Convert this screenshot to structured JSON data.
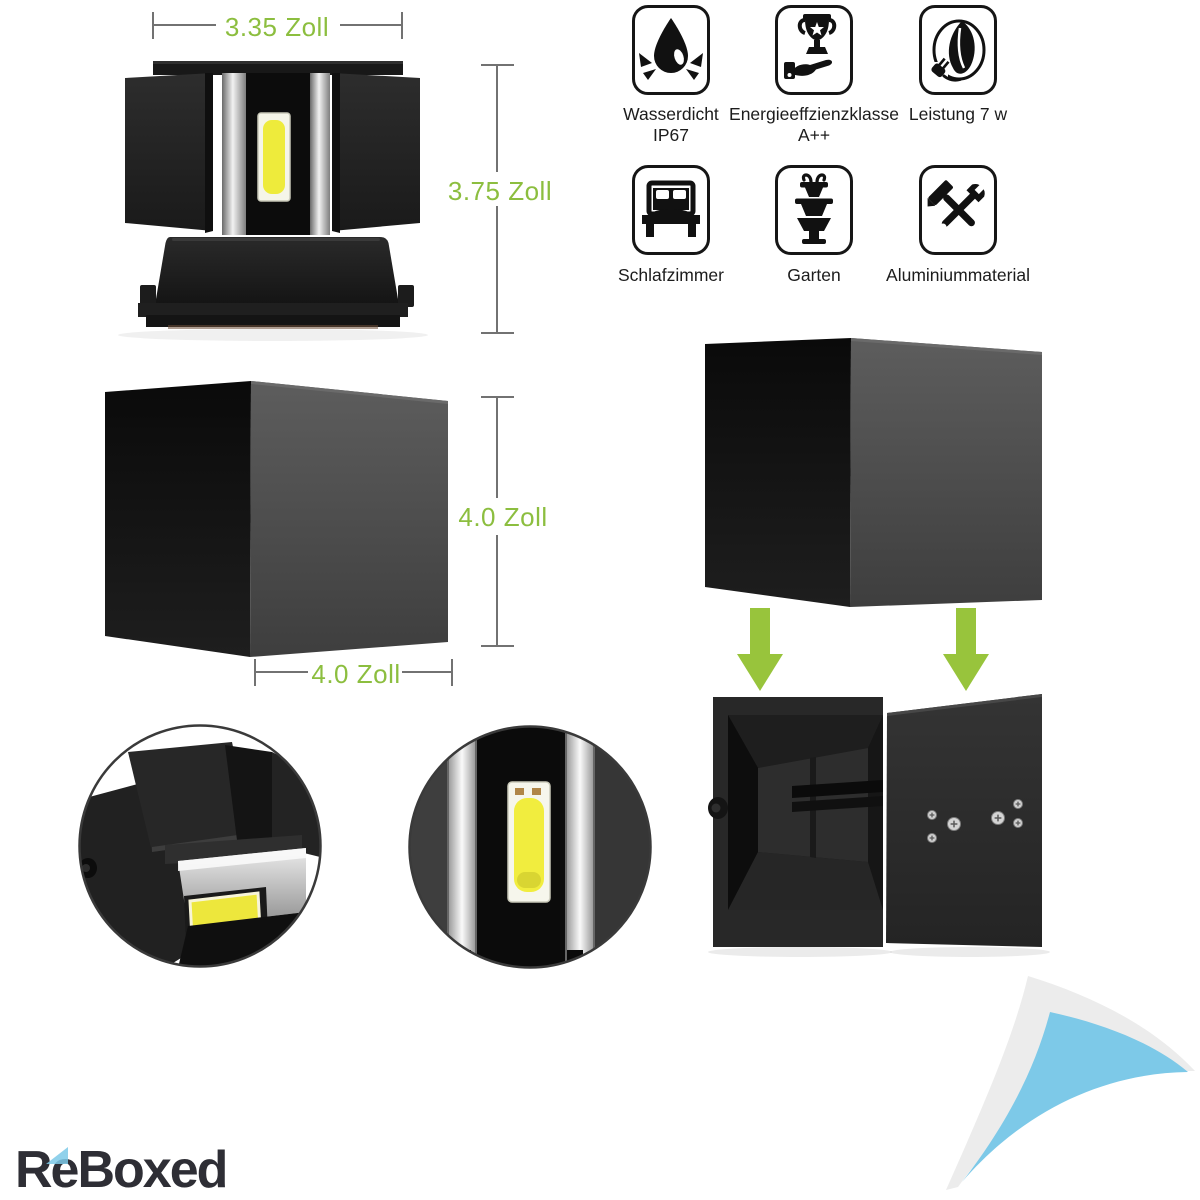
{
  "page": {
    "background": "#ffffff"
  },
  "brand": {
    "logo_text": "ReBoxed"
  },
  "product_views": {
    "front_view": {
      "width_label": "3.35 Zoll",
      "height_label": "3.75 Zoll"
    },
    "cube_view": {
      "height_label": "4.0 Zoll",
      "width_label": "4.0 Zoll"
    }
  },
  "features": {
    "items": [
      {
        "icon": "waterproof-drop-icon",
        "label": "Wasserdicht\nIP67"
      },
      {
        "icon": "energy-class-trophy-icon",
        "label": "Energieeffzienzklasse\nA++"
      },
      {
        "icon": "eco-leaf-plug-icon",
        "label": "Leistung 7 w"
      },
      {
        "icon": "bedroom-bed-icon",
        "label": "Schlafzimmer"
      },
      {
        "icon": "garden-fountain-icon",
        "label": "Garten"
      },
      {
        "icon": "aluminium-tools-icon",
        "label": "Aluminiummaterial"
      }
    ]
  },
  "colors": {
    "accent_green": "#8CBE3F",
    "arrow_green": "#98C43C",
    "curl_blue": "#7DC9E8",
    "led_yellow": "#F0EC3D"
  }
}
